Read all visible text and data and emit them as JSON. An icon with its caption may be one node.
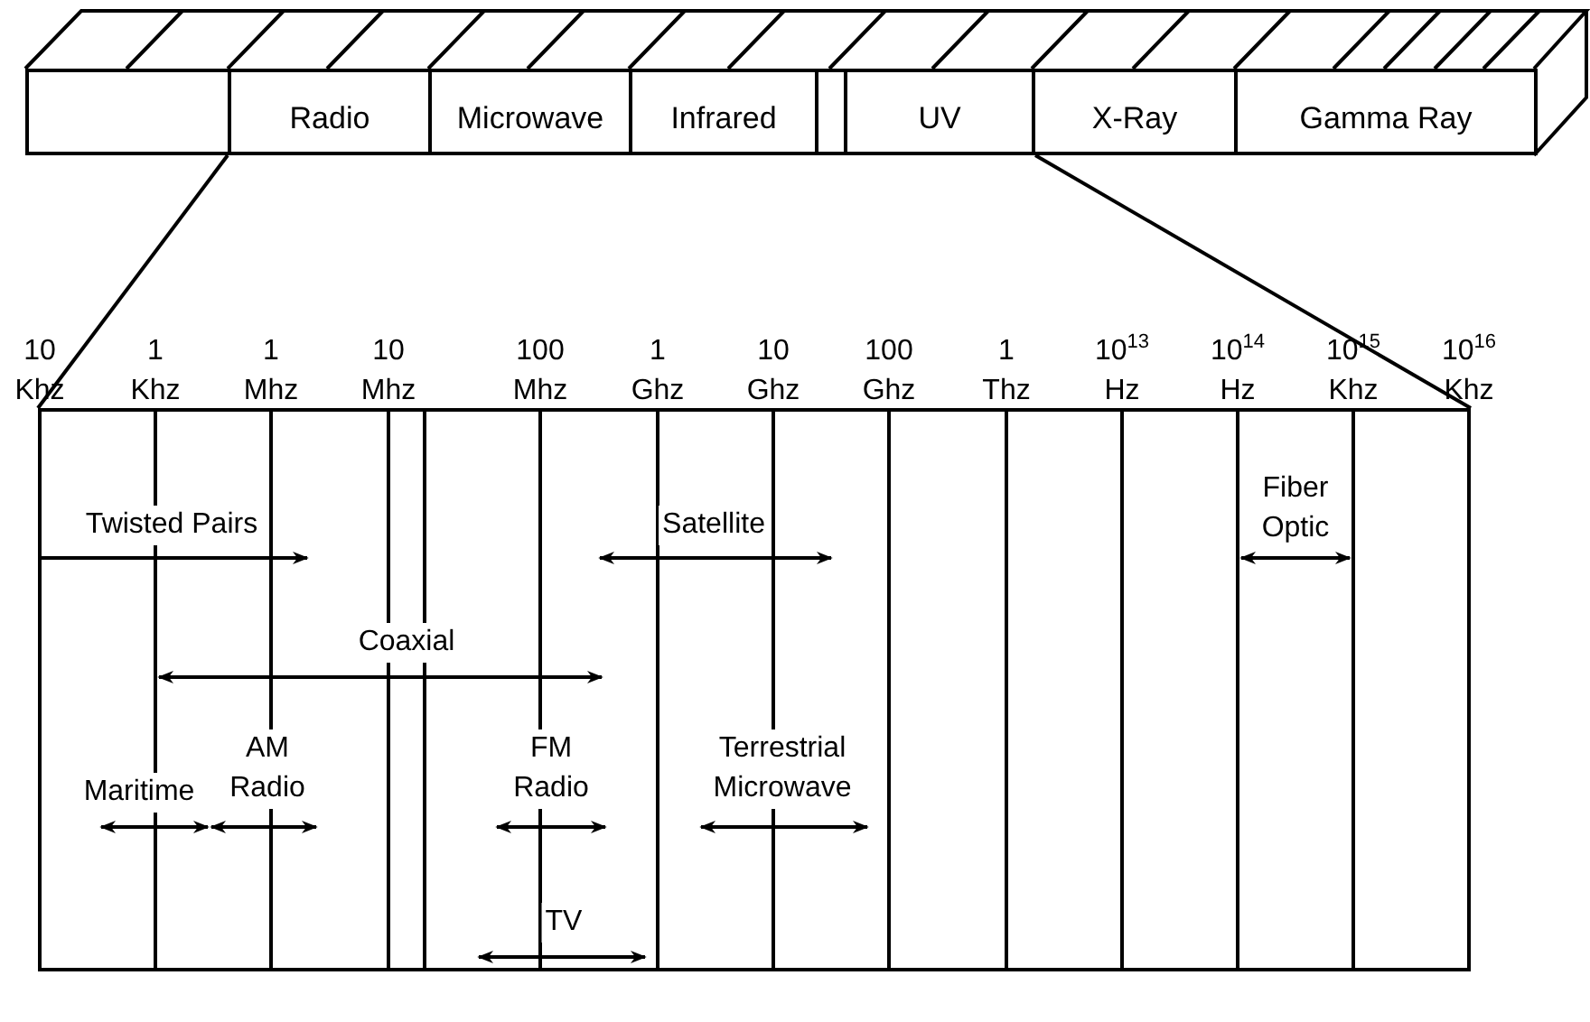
{
  "diagram": {
    "nodes": [
      {
        "text": [],
        "shape": "box"
      },
      {
        "text": [
          "Radio"
        ]
      },
      {
        "text": [
          "Microwave"
        ]
      },
      {
        "text": [
          "Infrared"
        ]
      },
      {
        "text": [],
        "shape": "box"
      },
      {
        "text": [
          "UV"
        ]
      },
      {
        "text": [
          "X-Ray"
        ]
      },
      {
        "text": [
          "Gamma Ray"
        ]
      },
      {
        "text": [],
        "shape": "box"
      }
    ],
    "edges": [
      {
        "from": 1,
        "to": 8,
        "arrow": "none"
      },
      {
        "from": 5,
        "to": 8,
        "arrow": "none"
      }
    ],
    "labels": [
      "10 Khz",
      "1 Khz",
      "1 Mhz",
      "10 Mhz",
      "100 Mhz",
      "1 Ghz",
      "10 Ghz",
      "100 Ghz",
      "1 Thz",
      "10$^{13}$ Hz",
      "10$^{14}$ Hz",
      "10$^{15}$ Khz",
      "10$^{16}$ Khz",
      "Twisted Pairs",
      "Satellite",
      "Fiber Optic",
      "Coaxial",
      "AM Radio",
      "FM Radio",
      "Terrestrial Microwave",
      "Maritime",
      "TV"
    ]
  }
}
